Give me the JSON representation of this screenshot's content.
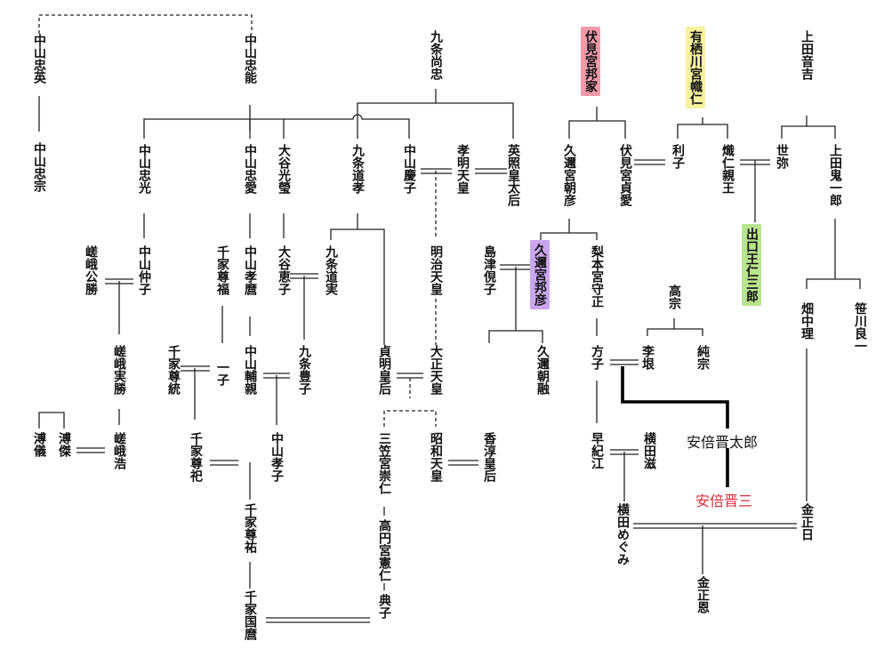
{
  "persons": {
    "nakayama_tadahide": "中山忠英",
    "nakayama_tadamune": "中山忠宗",
    "nakayama_tadayasu": "中山忠能",
    "kujo_hisatada": "九条尚忠",
    "fushiminomiya_kuniie": "伏見宮邦家",
    "arisugawanomiya_taruhito": "有栖川宮幟仁",
    "ueda_otokichi": "上田音吉",
    "nakayama_tadamitsu": "中山忠光",
    "nakayama_tadanaru": "中山忠愛",
    "otani_koei": "大谷光瑩",
    "kujo_michitaka": "九条道孝",
    "nakayama_yoshiko": "中山慶子",
    "komei_tenno": "孝明天皇",
    "eisho_kotaigo": "英照皇太后",
    "kuninomiya_asahiko": "久邇宮朝彦",
    "fushiminomiya_sadanaru": "伏見宮貞愛",
    "toshiko": "利子",
    "taruhito_shinno": "熾仁親王",
    "seiya": "世弥",
    "ueda_kiichiro": "上田鬼一郎",
    "saga_kinto": "嵯峨公勝",
    "nakayama_nakako": "中山仲子",
    "senge_takatomi": "千家尊福",
    "nakayama_takamaro": "中山孝麿",
    "otani_keiko": "大谷恵子",
    "kujo_michizane": "九条道実",
    "meiji_tenno": "明治天皇",
    "shimazu_chikako": "島津俔子",
    "kuninomiya_kuniyoshi": "久邇宮邦彦",
    "nashimotonomiya_morimasa": "梨本宮守正",
    "kou_so": "高宗",
    "deguchi_onisaburo": "出口王仁三郎",
    "hata_nakamichi": "畑中理",
    "sasakawa_ryoichi": "笹川良一",
    "saga_sanekatsu": "嵯峨実勝",
    "senge_takanori": "千家尊統",
    "ichiko": "一子",
    "nakayama_sukechika": "中山輔親",
    "kujo_toyoko": "九条豊子",
    "teimei_kogo": "貞明皇后",
    "taisho_tenno": "大正天皇",
    "kuninomiya_asaakira": "久邇朝融",
    "masako": "方子",
    "ri_gin": "李垠",
    "junso": "純宗",
    "fugi": "溥儀",
    "fuketsu": "溥傑",
    "saga_hiro": "嵯峨浩",
    "senge_takanori2": "千家尊祀",
    "nakayama_takako": "中山孝子",
    "mikasanomiya_takahito": "三笠宮崇仁",
    "takamadonomiya_norihito": "高円宮憲仁",
    "noriko": "典子",
    "showa_tenno": "昭和天皇",
    "kojun_kogo": "香淳皇后",
    "hayakie": "早紀江",
    "yokota_shigeru": "横田滋",
    "abe_shintaro": "安倍晋太郎",
    "abe_shinzo": "安倍晋三",
    "yokota_megumi": "横田めぐみ",
    "kim_jong_il": "金正日",
    "kim_jong_un": "金正恩",
    "senge_takahiro": "千家尊祐",
    "senge_kunimaro": "千家国麿"
  },
  "colors": {
    "fushiminomiya": "#f29aa8",
    "arisugawanomiya": "#f7f19c",
    "kuninomiya": "#c9a6ee",
    "deguchi": "#b9e48e",
    "abe_shinzo": "#d0303c",
    "line": "#222222"
  }
}
